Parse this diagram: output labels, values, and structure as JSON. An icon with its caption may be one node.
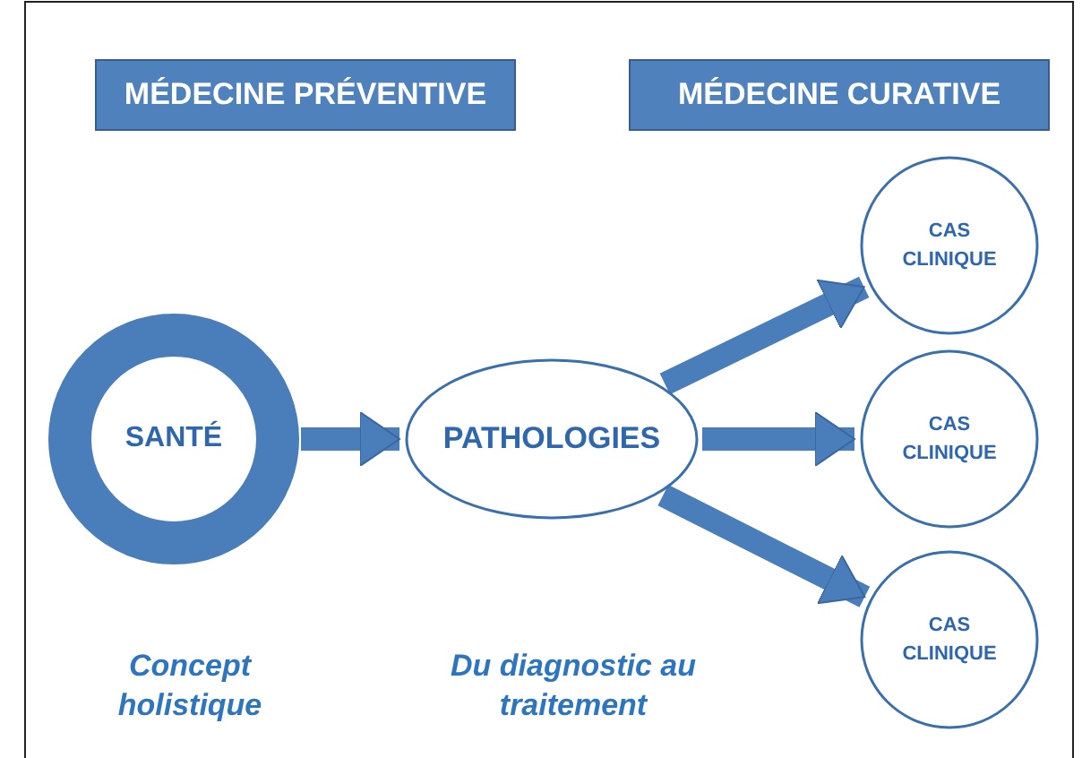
{
  "diagram": {
    "nodes": [
      {
        "text": [
          "MÉDECINE PRÉVENTIVE"
        ]
      },
      {
        "text": [
          "MÉDECINE CURATIVE"
        ]
      },
      {
        "text": [
          "SANTÉ"
        ]
      },
      {
        "text": [
          "PATHOLOGIES"
        ]
      },
      {
        "text": [
          "CAS CLINIQUE"
        ]
      },
      {
        "text": [
          "CAS CLINIQUE"
        ]
      },
      {
        "text": [
          "CAS CLINIQUE"
        ]
      }
    ],
    "edges": [
      {
        "from": 2,
        "to": 3,
        "arrow": "to"
      },
      {
        "from": 3,
        "to": 4,
        "arrow": "to"
      },
      {
        "from": 3,
        "to": 5,
        "arrow": "to"
      },
      {
        "from": 3,
        "to": 6,
        "arrow": "to"
      }
    ],
    "labels": [
      "Concept holistique",
      "Du diagnostic au traitement"
    ]
  }
}
